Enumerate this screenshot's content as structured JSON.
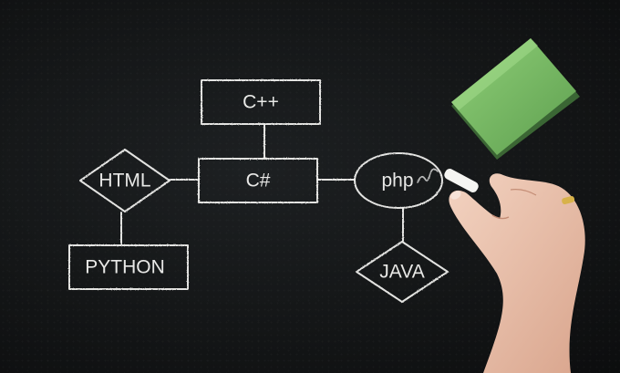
{
  "diagram": {
    "nodes": {
      "cpp": "C++",
      "csharp": "C#",
      "html": "HTML",
      "python": "PYTHON",
      "php": "php",
      "java": "JAVA"
    }
  },
  "colors": {
    "chalkboard": "#141617",
    "chalk": "#f2f2f0",
    "sponge": "#7fbf6a"
  }
}
